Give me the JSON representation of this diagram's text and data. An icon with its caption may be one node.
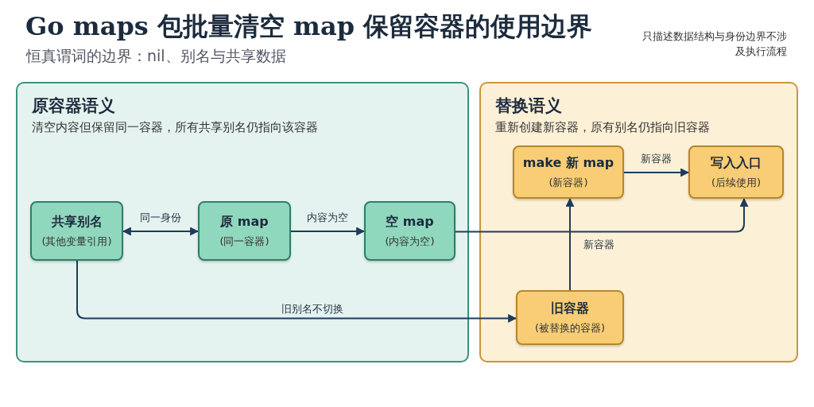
{
  "diagram": {
    "title": "Go maps 包批量清空 map 保留容器的使用边界",
    "nodes": [
      {
        "text": [
          "原容器语义",
          "清空内容但保留同一容器，所有共享别名仍指向该容器"
        ]
      },
      {
        "text": [
          "替换语义",
          "重新创建新容器，原有别名仍指向旧容器"
        ]
      },
      {
        "text": [
          "共享别名",
          "(其他变量引用)"
        ],
        "in": 0
      },
      {
        "text": [
          "原 map",
          "(同一容器)"
        ],
        "in": 0
      },
      {
        "text": [
          "空 map",
          "(内容为空)"
        ],
        "in": 0
      },
      {
        "text": [
          "make 新 map",
          "(新容器)"
        ],
        "in": 1
      },
      {
        "text": [
          "写入入口",
          "(后续使用)"
        ],
        "in": 1
      },
      {
        "text": [
          "旧容器",
          "(被替换的容器)"
        ],
        "in": 1
      }
    ],
    "edges": [
      {
        "from": 2,
        "to": 3,
        "arrow": "both",
        "label": "同一身份"
      },
      {
        "from": 3,
        "to": 4,
        "arrow": "to",
        "label": "内容为空"
      },
      {
        "from": 4,
        "to": 6,
        "arrow": "to"
      },
      {
        "from": 2,
        "to": 7,
        "arrow": "to",
        "label": "旧别名不切换"
      },
      {
        "from": 7,
        "to": 5,
        "arrow": "to",
        "label": "新容器"
      },
      {
        "from": 5,
        "to": 6,
        "arrow": "to",
        "label": "新容器"
      }
    ],
    "labels": [
      "恒真谓词的边界：nil、别名与共享数据",
      "只描述数据结构与身份边界不涉及执行流程"
    ]
  }
}
